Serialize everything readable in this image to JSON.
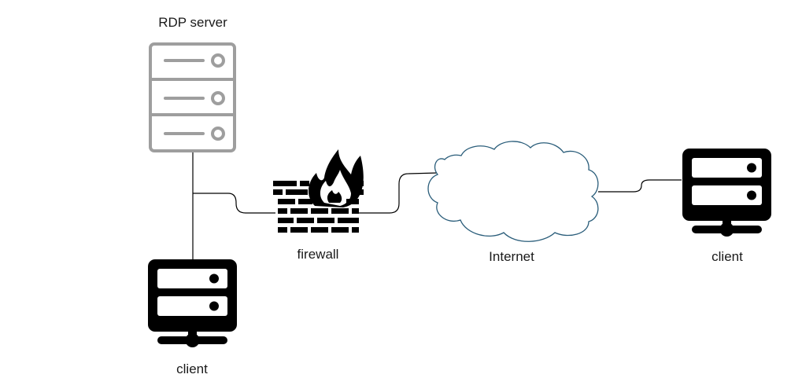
{
  "nodes": {
    "rdp_server": {
      "label": "RDP server",
      "icon": "server-rack-icon",
      "color": "#999999"
    },
    "client_left": {
      "label": "client",
      "icon": "client-server-icon",
      "color": "#000000"
    },
    "firewall": {
      "label": "firewall",
      "icon": "firewall-icon",
      "color": "#000000"
    },
    "internet": {
      "label": "Internet",
      "icon": "cloud-icon",
      "color": "#2a5d7a"
    },
    "client_right": {
      "label": "client",
      "icon": "client-server-icon",
      "color": "#000000"
    }
  },
  "colors": {
    "connector": "#000000",
    "server_outline": "#999999",
    "cloud_stroke": "#2a5d7a"
  }
}
